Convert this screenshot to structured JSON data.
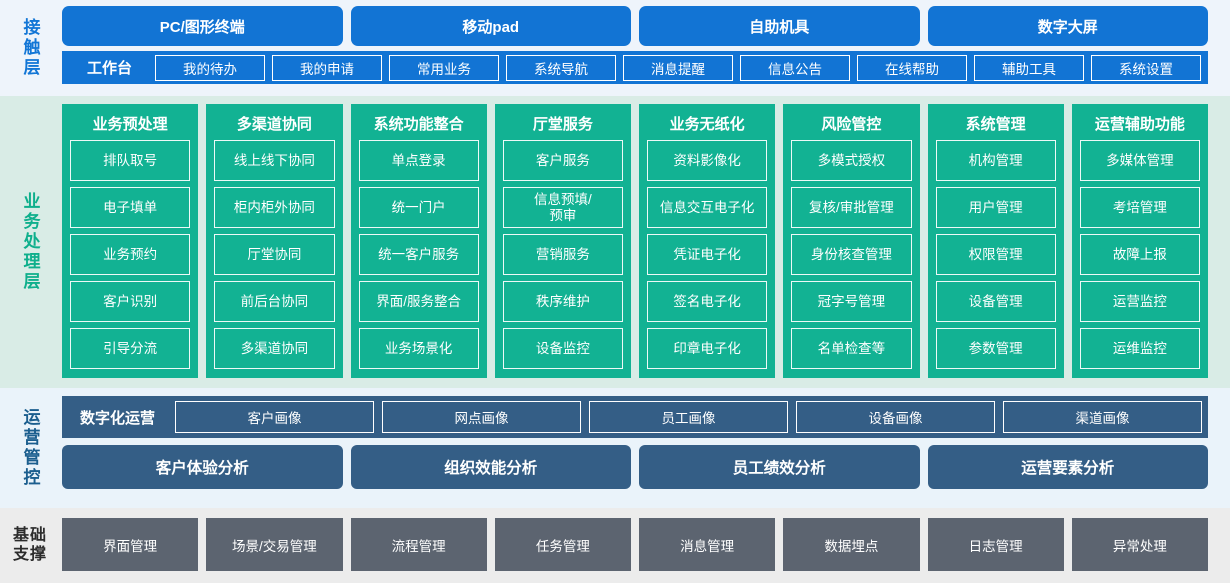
{
  "layers": {
    "contact": {
      "label": "接触层",
      "channels": [
        "PC/图形终端",
        "移动pad",
        "自助机具",
        "数字大屏"
      ],
      "desk_title": "工作台",
      "desk_items": [
        "我的待办",
        "我的申请",
        "常用业务",
        "系统导航",
        "消息提醒",
        "信息公告",
        "在线帮助",
        "辅助工具",
        "系统设置"
      ]
    },
    "business": {
      "label": "业务处理层",
      "columns": [
        {
          "title": "业务预处理",
          "items": [
            "排队取号",
            "电子填单",
            "业务预约",
            "客户识别",
            "引导分流"
          ]
        },
        {
          "title": "多渠道协同",
          "items": [
            "线上线下协同",
            "柜内柜外协同",
            "厅堂协同",
            "前后台协同",
            "多渠道协同"
          ]
        },
        {
          "title": "系统功能整合",
          "items": [
            "单点登录",
            "统一门户",
            "统一客户服务",
            "界面/服务整合",
            "业务场景化"
          ]
        },
        {
          "title": "厅堂服务",
          "items": [
            "客户服务",
            "信息预填/\n预审",
            "营销服务",
            "秩序维护",
            "设备监控"
          ]
        },
        {
          "title": "业务无纸化",
          "items": [
            "资料影像化",
            "信息交互电子化",
            "凭证电子化",
            "签名电子化",
            "印章电子化"
          ]
        },
        {
          "title": "风险管控",
          "items": [
            "多模式授权",
            "复核/审批管理",
            "身份核查管理",
            "冠字号管理",
            "名单检查等"
          ]
        },
        {
          "title": "系统管理",
          "items": [
            "机构管理",
            "用户管理",
            "权限管理",
            "设备管理",
            "参数管理"
          ]
        },
        {
          "title": "运营辅助功能",
          "items": [
            "多媒体管理",
            "考培管理",
            "故障上报",
            "运营监控",
            "运维监控"
          ]
        }
      ]
    },
    "operations": {
      "label": "运营管控",
      "digital_title": "数字化运营",
      "portraits": [
        "客户画像",
        "网点画像",
        "员工画像",
        "设备画像",
        "渠道画像"
      ],
      "analyses": [
        "客户体验分析",
        "组织效能分析",
        "员工绩效分析",
        "运营要素分析"
      ]
    },
    "foundation": {
      "label": "基础支撑",
      "items": [
        "界面管理",
        "场景/交易管理",
        "流程管理",
        "任务管理",
        "消息管理",
        "数据埋点",
        "日志管理",
        "异常处理"
      ]
    }
  },
  "colors": {
    "contact_bg": "#eef4fb",
    "contact_accent": "#1274d4",
    "business_bg": "#d9ece6",
    "business_accent": "#12b293",
    "operations_bg": "#eaf3fa",
    "operations_accent": "#345e86",
    "foundation_bg": "#ececec",
    "foundation_accent": "#5c6470"
  }
}
